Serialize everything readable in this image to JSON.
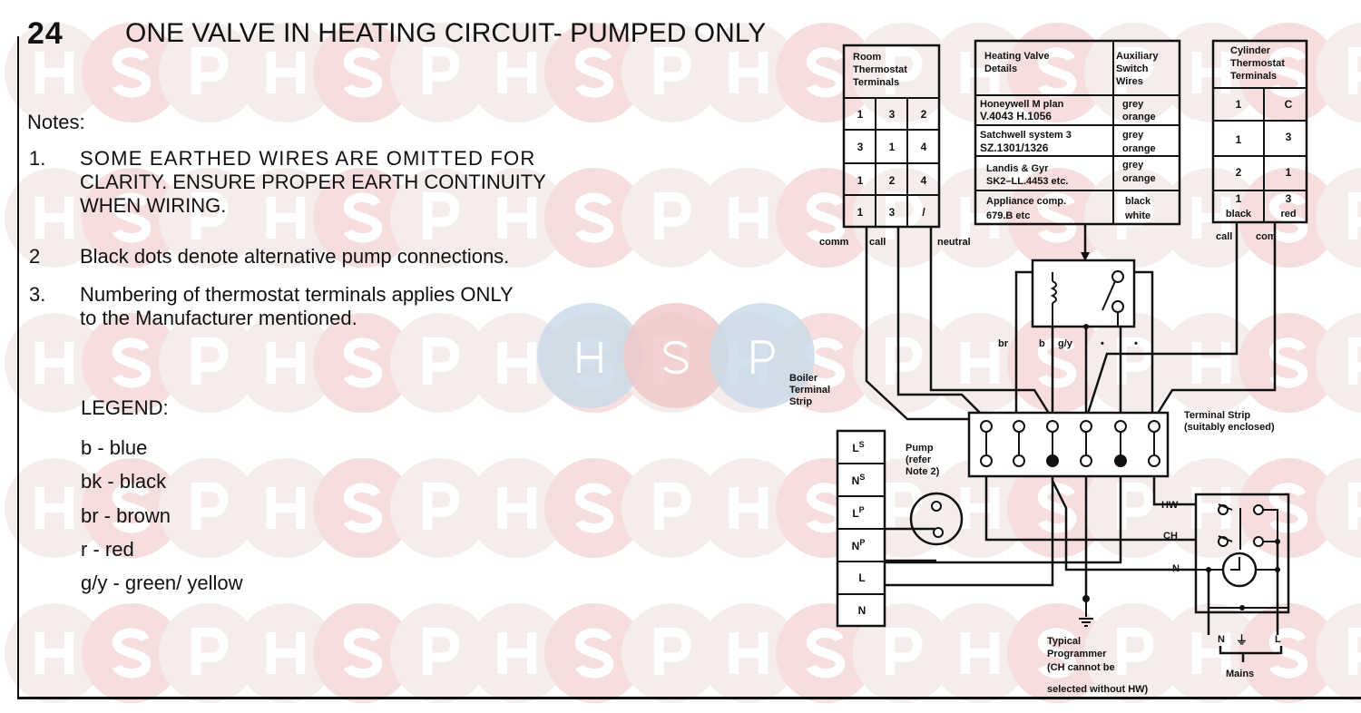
{
  "watermark": "HSP",
  "header": {
    "number": "24",
    "title": "ONE VALVE IN HEATING CIRCUIT- PUMPED ONLY"
  },
  "notes": {
    "heading": "Notes:",
    "items": [
      {
        "num": "1.",
        "lines": [
          "SOME EARTHED WIRES ARE OMITTED FOR",
          "CLARITY. ENSURE PROPER EARTH CONTINUITY",
          "WHEN WIRING."
        ]
      },
      {
        "num": "2",
        "lines": [
          "Black dots denote alternative pump connections."
        ]
      },
      {
        "num": "3.",
        "lines": [
          "Numbering of thermostat terminals applies ONLY",
          "to the Manufacturer mentioned."
        ]
      }
    ]
  },
  "legend": {
    "heading": "LEGEND:",
    "items": [
      "b - blue",
      "bk - black",
      "br - brown",
      "r - red",
      "g/y - green/ yellow"
    ]
  },
  "room_thermostat": {
    "header": [
      "Room",
      "Thermostat",
      "Terminals"
    ],
    "rows": [
      [
        "1",
        "3",
        "2"
      ],
      [
        "3",
        "1",
        "4"
      ],
      [
        "1",
        "2",
        "4"
      ],
      [
        "1",
        "3",
        "/"
      ]
    ],
    "wire_labels": [
      "comm",
      "call",
      "neutral"
    ]
  },
  "heating_valve": {
    "header_left": [
      "Heating Valve",
      "Details"
    ],
    "header_right": [
      "Auxiliary",
      "Switch",
      "Wires"
    ],
    "rows": [
      {
        "details": [
          "Honeywell M plan",
          "V.4043  H.1056"
        ],
        "wires": [
          "grey",
          "orange"
        ]
      },
      {
        "details": [
          "Satchwell system 3",
          "SZ.1301/1326"
        ],
        "wires": [
          "grey",
          "orange"
        ]
      },
      {
        "details": [
          "Landis & Gyr",
          "SK2–LL.4453 etc."
        ],
        "wires": [
          "grey",
          "orange"
        ]
      },
      {
        "details": [
          "Appliance comp.",
          "679.B etc"
        ],
        "wires": [
          "black",
          "white"
        ]
      }
    ]
  },
  "cylinder_thermostat": {
    "header": [
      "Cylinder",
      "Thermostat",
      "Terminals"
    ],
    "rows": [
      [
        "1",
        "C"
      ],
      [
        "1",
        "3"
      ],
      [
        "2",
        "1"
      ],
      [
        "1\nblack",
        "3\nred"
      ]
    ],
    "row4": {
      "left": [
        "1",
        "black"
      ],
      "right": [
        "3",
        "red"
      ]
    },
    "wire_labels": [
      "call",
      "com"
    ]
  },
  "valve_wires": [
    "br",
    "b",
    "g/y",
    "•",
    "•"
  ],
  "boiler_strip": {
    "label": [
      "Boiler",
      "Terminal",
      "Strip"
    ],
    "terminals": [
      [
        "L",
        "S"
      ],
      [
        "N",
        "S"
      ],
      [
        "L",
        "P"
      ],
      [
        "N",
        "P"
      ],
      [
        "L",
        ""
      ],
      [
        "N",
        ""
      ]
    ]
  },
  "pump": {
    "label": [
      "Pump",
      "(refer",
      "Note 2)"
    ]
  },
  "terminal_strip": {
    "label": [
      "Terminal Strip",
      "(suitably enclosed)"
    ]
  },
  "programmer": {
    "labels": [
      "HW",
      "CH",
      "N"
    ],
    "caption": [
      "Typical",
      "Programmer",
      "(CH cannot be",
      "selected without HW)"
    ]
  },
  "mains": {
    "label": "Mains",
    "terminals": [
      "N",
      "⏚",
      "L"
    ]
  }
}
